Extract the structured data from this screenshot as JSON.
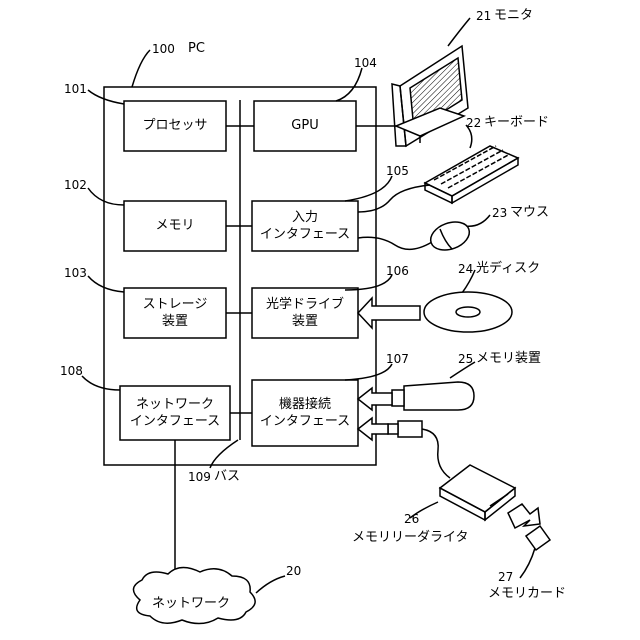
{
  "pc": {
    "ref": "100",
    "name": "PC"
  },
  "blocks": {
    "processor": {
      "ref": "101",
      "line1": "プロセッサ"
    },
    "memory": {
      "ref": "102",
      "line1": "メモリ"
    },
    "storage": {
      "ref": "103",
      "line1": "ストレージ",
      "line2": "装置"
    },
    "gpu": {
      "ref": "104",
      "line1": "GPU"
    },
    "input_if": {
      "ref": "105",
      "line1": "入力",
      "line2": "インタフェース"
    },
    "optical_drive": {
      "ref": "106",
      "line1": "光学ドライブ",
      "line2": "装置"
    },
    "device_if": {
      "ref": "107",
      "line1": "機器接続",
      "line2": "インタフェース"
    },
    "network_if": {
      "ref": "108",
      "line1": "ネットワーク",
      "line2": "インタフェース"
    }
  },
  "bus": {
    "ref": "109",
    "name": "バス"
  },
  "peripherals": {
    "monitor": {
      "ref": "21",
      "name": "モニタ"
    },
    "keyboard": {
      "ref": "22",
      "name": "キーボード"
    },
    "mouse": {
      "ref": "23",
      "name": "マウス"
    },
    "optical_disc": {
      "ref": "24",
      "name": "光ディスク"
    },
    "memory_device": {
      "ref": "25",
      "name": "メモリ装置"
    },
    "reader_writer": {
      "ref": "26",
      "name": "メモリリーダライタ"
    },
    "memory_card": {
      "ref": "27",
      "name": "メモリカード"
    }
  },
  "network": {
    "ref": "20",
    "name": "ネットワーク"
  }
}
